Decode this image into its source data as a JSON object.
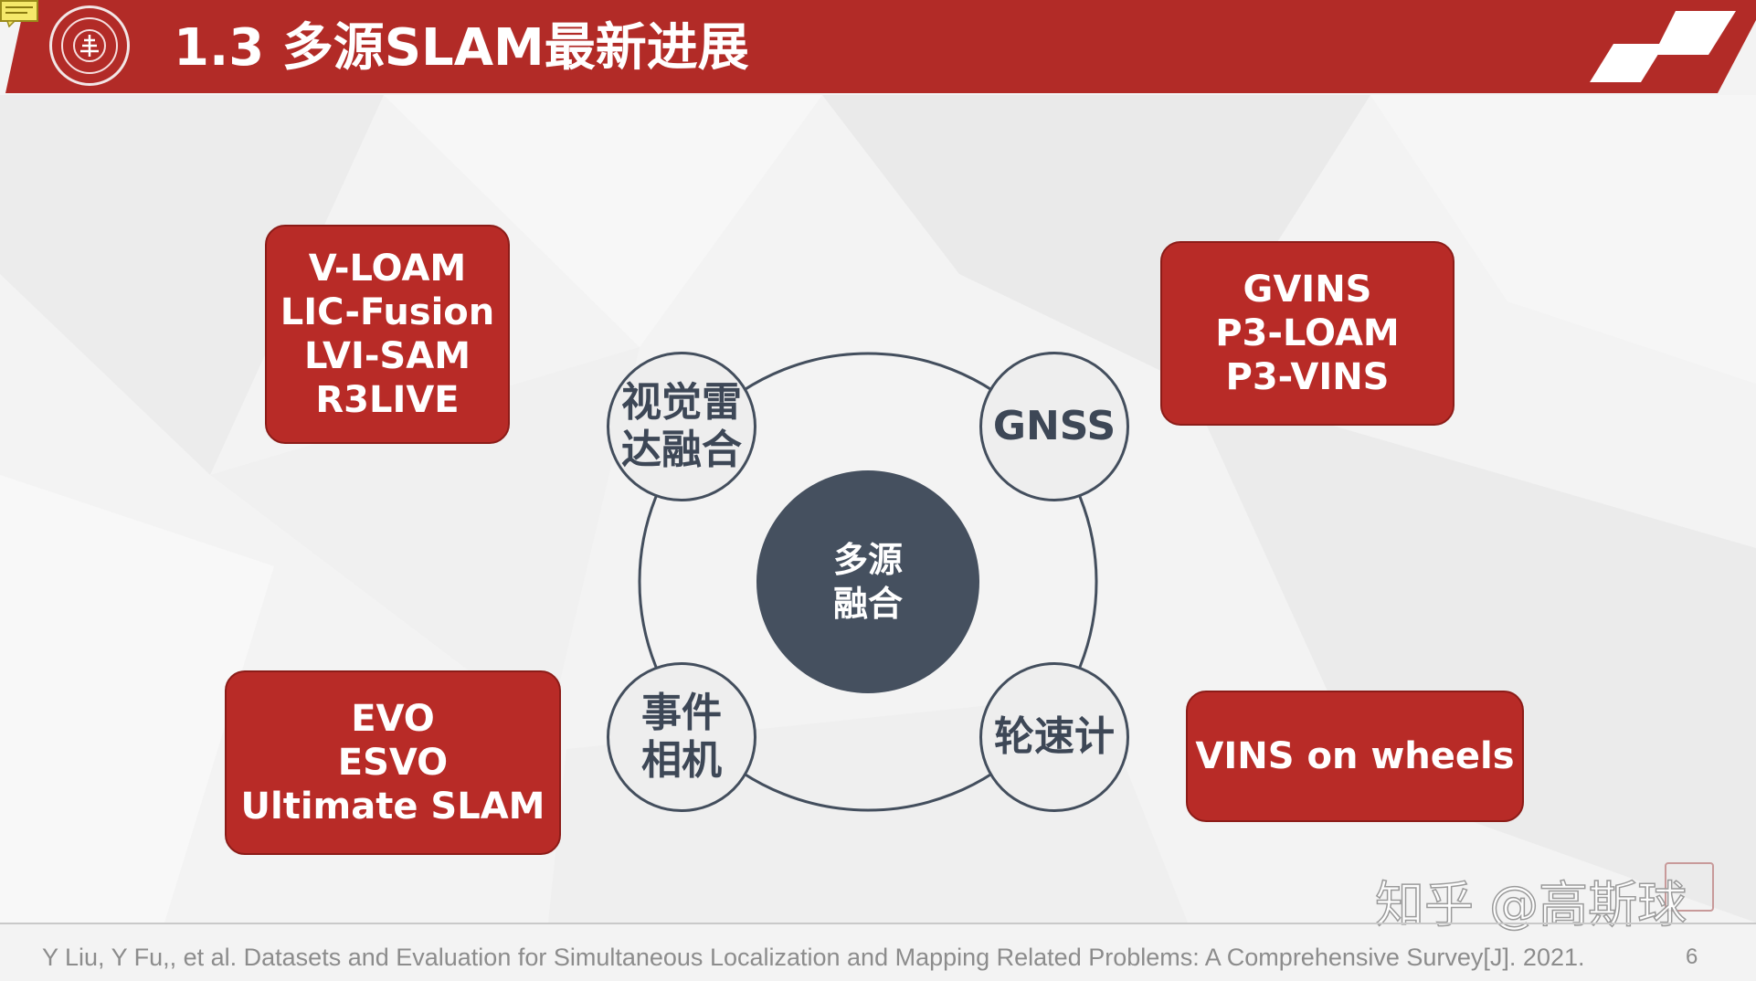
{
  "slide": {
    "title": "1.3 多源SLAM最新进展",
    "page_number": "6",
    "citation": "Y Liu, Y Fu,, et al. Datasets and Evaluation for Simultaneous Localization and Mapping Related Problems: A Comprehensive Survey[J]. 2021.",
    "watermark": "知乎 @高斯球"
  },
  "colors": {
    "header_red": "#b22b27",
    "box_red": "#b82b27",
    "node_dark": "#45505f",
    "node_light": "#eeeeee",
    "background": "#f3f3f3"
  },
  "icons": {
    "logo": "university-seal-icon",
    "note": "comment-note-icon",
    "header_deco": "stripe-deco-icon"
  },
  "diagram": {
    "center": "多源\n融合",
    "nodes": {
      "visual_lidar": "视觉雷\n达融合",
      "gnss": "GNSS",
      "event_camera": "事件\n相机",
      "wheel_odometer": "轮速计"
    },
    "boxes": {
      "visual_lidar": [
        "V-LOAM",
        "LIC-Fusion",
        "LVI-SAM",
        "R3LIVE"
      ],
      "gnss": [
        "GVINS",
        "P3-LOAM",
        "P3-VINS"
      ],
      "event_camera": [
        "EVO",
        "ESVO",
        "Ultimate SLAM"
      ],
      "wheel_odometer": [
        "VINS on wheels"
      ]
    }
  }
}
